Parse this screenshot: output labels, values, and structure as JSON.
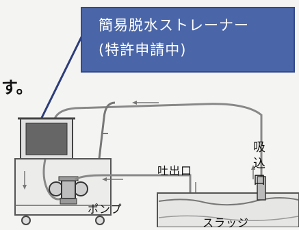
{
  "callout": {
    "title_line1": "簡易脱水ストレーナー",
    "title_line2": "(特許申請中)"
  },
  "fragment_text": "す。",
  "labels": {
    "outlet": "吐出口",
    "pump": "ポンプ",
    "sludge": "スラッジ",
    "inlet_chars": [
      "吸",
      "込",
      "口"
    ]
  }
}
